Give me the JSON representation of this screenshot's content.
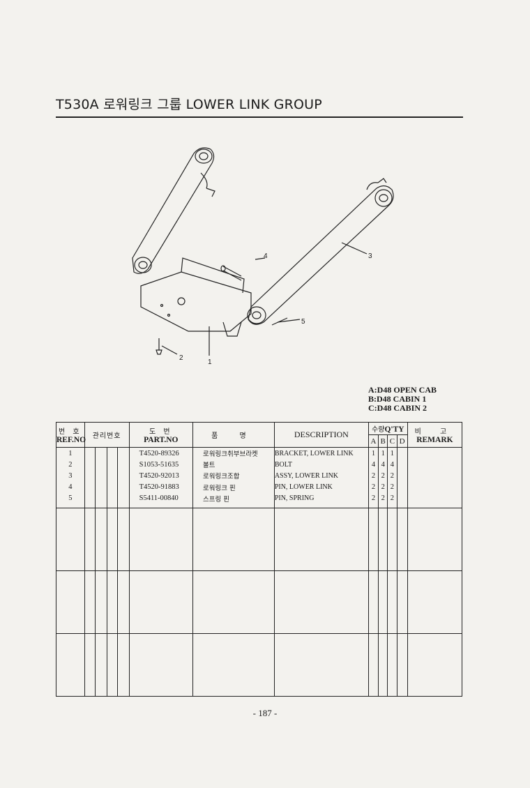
{
  "page": {
    "title": "T530A 로워링크 그룹 LOWER LINK GROUP",
    "page_number": "- 187 -"
  },
  "diagram": {
    "callouts": [
      "1",
      "2",
      "3",
      "4",
      "5"
    ]
  },
  "legend": [
    "A:D48 OPEN CAB",
    "B:D48 CABIN 1",
    "C:D48 CABIN 2"
  ],
  "table": {
    "headers": {
      "ref_ko": "번 호",
      "ref_en": "REF.NO",
      "mgmt_ko": "관리번호",
      "part_ko": "도 번",
      "part_en": "PART.NO",
      "name_ko": "품 명",
      "desc_en": "DESCRIPTION",
      "qty_ko": "수량",
      "qty_en": "Q'TY",
      "qty_a": "A",
      "qty_b": "B",
      "qty_c": "C",
      "qty_d": "D",
      "remark_ko": "비 고",
      "remark_en": "REMARK"
    },
    "rows": [
      {
        "ref": "1",
        "part": "T4520-89326",
        "name": "로워링크취부브라켓",
        "desc": "BRACKET, LOWER LINK",
        "a": "1",
        "b": "1",
        "c": "1",
        "d": ""
      },
      {
        "ref": "2",
        "part": "S1053-51635",
        "name": "볼트",
        "desc": "BOLT",
        "a": "4",
        "b": "4",
        "c": "4",
        "d": ""
      },
      {
        "ref": "3",
        "part": "T4520-92013",
        "name": "로워링크조합",
        "desc": "ASSY, LOWER LINK",
        "a": "2",
        "b": "2",
        "c": "2",
        "d": ""
      },
      {
        "ref": "4",
        "part": "T4520-91883",
        "name": "로워링크 핀",
        "desc": "PIN, LOWER LINK",
        "a": "2",
        "b": "2",
        "c": "2",
        "d": ""
      },
      {
        "ref": "5",
        "part": "S5411-00840",
        "name": "스프링 핀",
        "desc": "PIN, SPRING",
        "a": "2",
        "b": "2",
        "c": "2",
        "d": ""
      }
    ]
  }
}
